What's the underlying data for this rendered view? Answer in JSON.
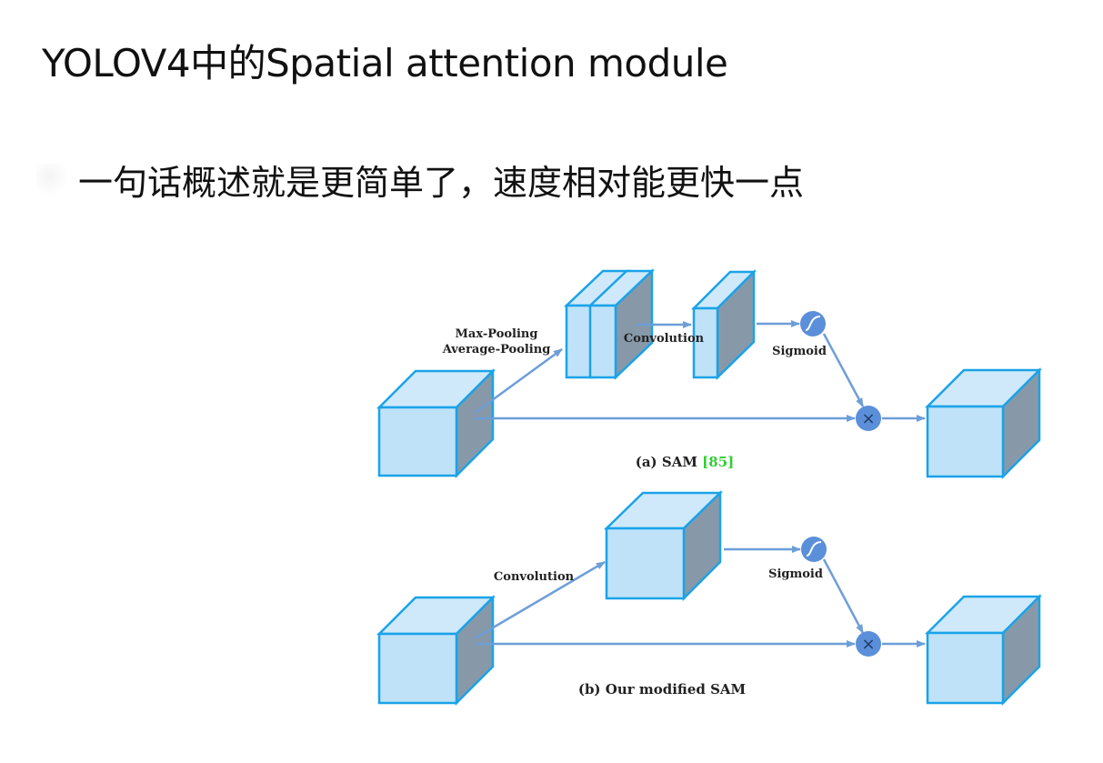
{
  "title": "YOLOV4中的Spatial attention module",
  "bullet": "一句话概述就是更简单了，速度相对能更快一点",
  "diagram": {
    "sam": {
      "pool_label_1": "Max-Pooling",
      "pool_label_2": "Average-Pooling",
      "conv_label": "Convolution",
      "sigmoid_label": "Sigmoid",
      "multiply_symbol": "×",
      "caption_prefix": "(a) SAM ",
      "caption_ref": "[85]"
    },
    "modified_sam": {
      "conv_label": "Convolution",
      "sigmoid_label": "Sigmoid",
      "multiply_symbol": "×",
      "caption": "(b) Our modified SAM"
    },
    "colors": {
      "cube_front": "#bfe2f8",
      "cube_top": "#cfe9fb",
      "cube_side": "#8799a8",
      "cube_edge": "#1aa3e8",
      "arrow": "#6d9ed8",
      "node": "#5b8fd9",
      "reference": "#33cc33"
    }
  }
}
